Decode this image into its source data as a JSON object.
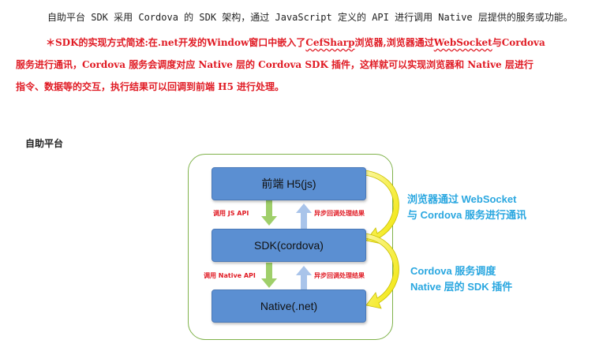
{
  "intro_text": "自助平台 SDK 采用 Cordova 的 SDK 架构，通过 JavaScript 定义的 API 进行调用 Native 层提供的服务或功能。",
  "summary": {
    "line1_before": "＊SDK的实现方式简述:在.net开发的Window窗口中嵌入了",
    "line1_link1": "CefSharp",
    "line1_mid": "浏览器,浏览器通过",
    "line1_link2": "WebSocket",
    "line1_after": "与Cordova",
    "line2": "服务进行通讯，Cordova 服务会调度对应 Native 层的 Cordova SDK 插件，这样就可以实现浏览器和 Native 层进行",
    "line3": "指令、数据等的交互，执行结果可以回调到前端 H5 进行处理。"
  },
  "section_title": "自助平台",
  "diagram": {
    "box_top": "前端 H5(js)",
    "box_middle": "SDK(cordova)",
    "box_bottom": "Native(.net)",
    "label_call_js": "调用 JS API",
    "label_async_1": "异步回调处理结果",
    "label_call_native": "调用 Native API",
    "label_async_2": "异步回调处理结果",
    "side_note_1": [
      "浏览器通过 WebSocket",
      "与 Cordova 服务进行通讯"
    ],
    "side_note_2": [
      "Cordova 服务调度",
      "Native 层的 SDK 插件"
    ]
  },
  "colors": {
    "text_red": "#e01b24",
    "box_blue": "#5b8fd2",
    "frame_green": "#7fb24a",
    "arrow_green": "#9fcf6a",
    "arrow_blue": "#a9c4ea",
    "arrow_yellow": "#f2e600",
    "side_text_blue": "#2aa7e0"
  }
}
